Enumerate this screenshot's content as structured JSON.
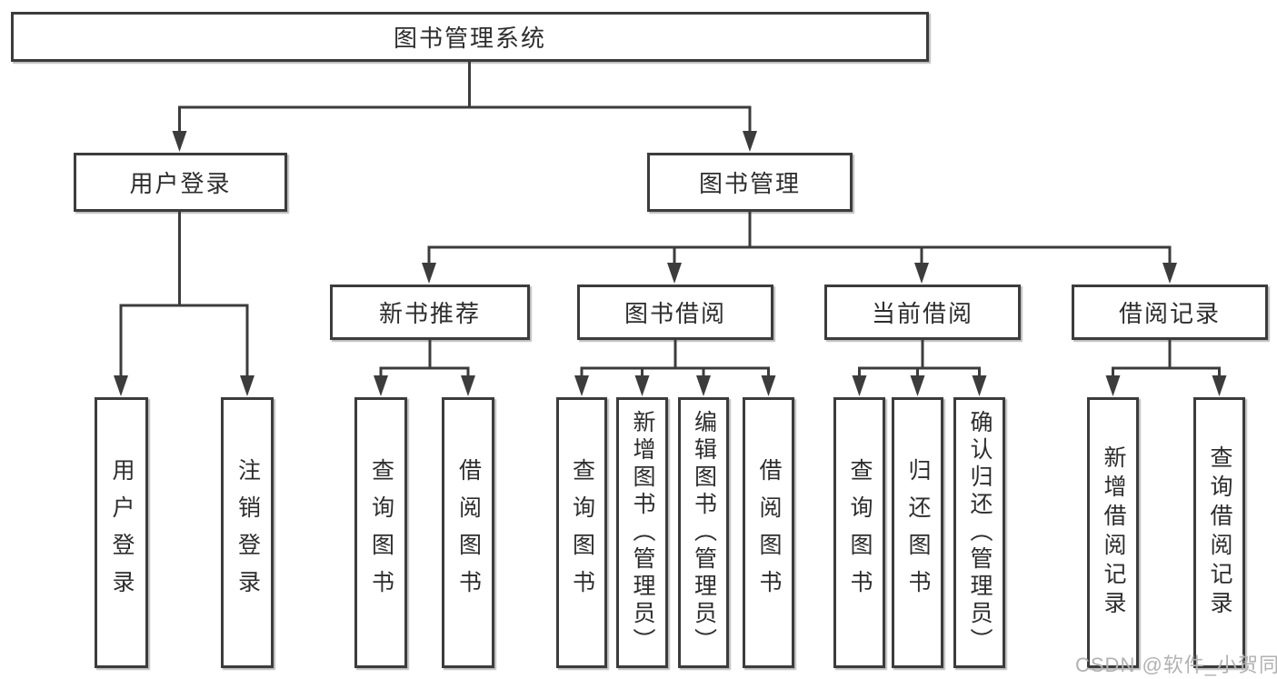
{
  "tree": {
    "root": {
      "label": "图书管理系统",
      "children": [
        {
          "label": "用户登录",
          "children": [
            {
              "label": "用户登录"
            },
            {
              "label": "注销登录"
            }
          ]
        },
        {
          "label": "图书管理",
          "children": [
            {
              "label": "新书推荐",
              "children": [
                {
                  "label": "查询图书"
                },
                {
                  "label": "借阅图书"
                }
              ]
            },
            {
              "label": "图书借阅",
              "children": [
                {
                  "label": "查询图书"
                },
                {
                  "label": "新增图书（管理员）"
                },
                {
                  "label": "编辑图书（管理员）"
                },
                {
                  "label": "借阅图书"
                }
              ]
            },
            {
              "label": "当前借阅",
              "children": [
                {
                  "label": "查询图书"
                },
                {
                  "label": "归还图书"
                },
                {
                  "label": "确认归还（管理员）"
                }
              ]
            },
            {
              "label": "借阅记录",
              "children": [
                {
                  "label": "新增借阅记录"
                },
                {
                  "label": "查询借阅记录"
                }
              ]
            }
          ]
        }
      ]
    }
  },
  "watermark": "CSDN @软件_小贺同学",
  "colors": {
    "line": "#3c3c3c",
    "text": "#2d2d2d",
    "background": "#ffffff",
    "watermark": "#b2b2b2"
  }
}
